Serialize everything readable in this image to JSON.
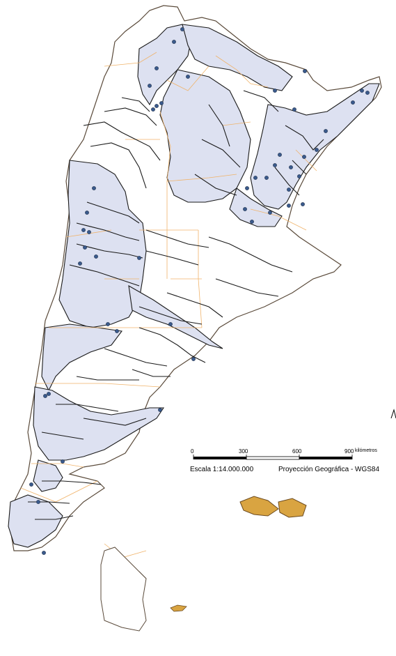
{
  "map": {
    "colors": {
      "basin_fill": "#dde1f1",
      "boundary": "#1a1a1a",
      "province_line": "#f0b36a",
      "station": "#3a5a8c",
      "island_fill": "#d9a441",
      "island_edge": "#6b4a1f"
    }
  },
  "scale": {
    "ticks": [
      "0",
      "300",
      "600",
      "900"
    ],
    "unit": "kilómetros",
    "caption": "Escala 1:14.000.000",
    "projection": "Proyección Geográfica - WGS84"
  },
  "stations": [
    {
      "label": ""
    }
  ]
}
